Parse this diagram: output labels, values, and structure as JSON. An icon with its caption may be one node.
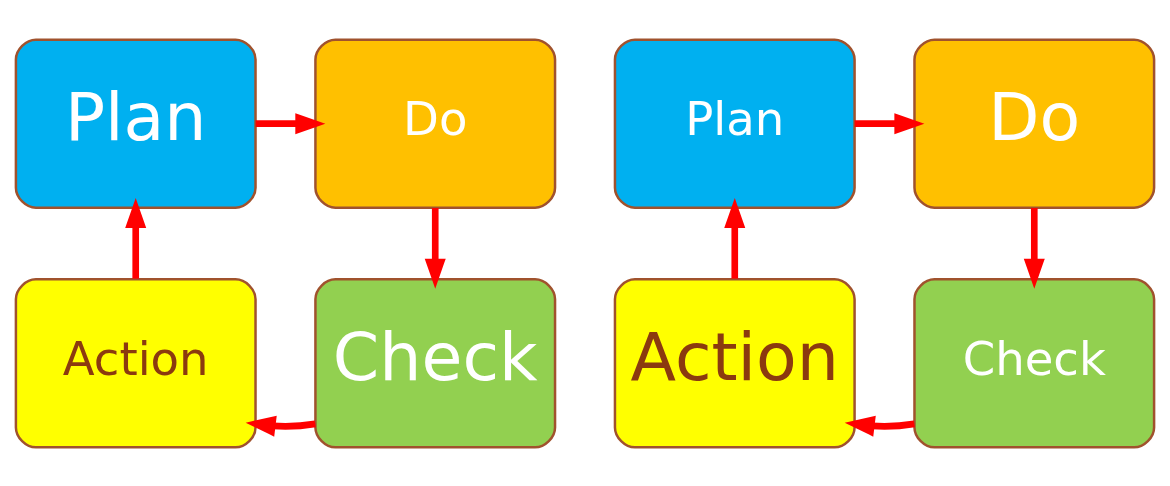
{
  "diagram": {
    "nodes": [
      {
        "text": [
          "Plan"
        ]
      },
      {
        "text": [
          "Do"
        ]
      },
      {
        "text": [
          "Check"
        ]
      },
      {
        "text": [
          "Action"
        ]
      },
      {
        "text": [
          "Plan"
        ]
      },
      {
        "text": [
          "Do"
        ]
      },
      {
        "text": [
          "Check"
        ]
      },
      {
        "text": [
          "Action"
        ]
      }
    ],
    "edges": [
      {
        "from": 0,
        "to": 1,
        "arrow": "to"
      },
      {
        "from": 1,
        "to": 2,
        "arrow": "to"
      },
      {
        "from": 2,
        "to": 3,
        "arrow": "to"
      },
      {
        "from": 3,
        "to": 0,
        "arrow": "to"
      },
      {
        "from": 4,
        "to": 5,
        "arrow": "to"
      },
      {
        "from": 5,
        "to": 6,
        "arrow": "to"
      },
      {
        "from": 6,
        "to": 7,
        "arrow": "to"
      },
      {
        "from": 7,
        "to": 4,
        "arrow": "to"
      }
    ]
  }
}
